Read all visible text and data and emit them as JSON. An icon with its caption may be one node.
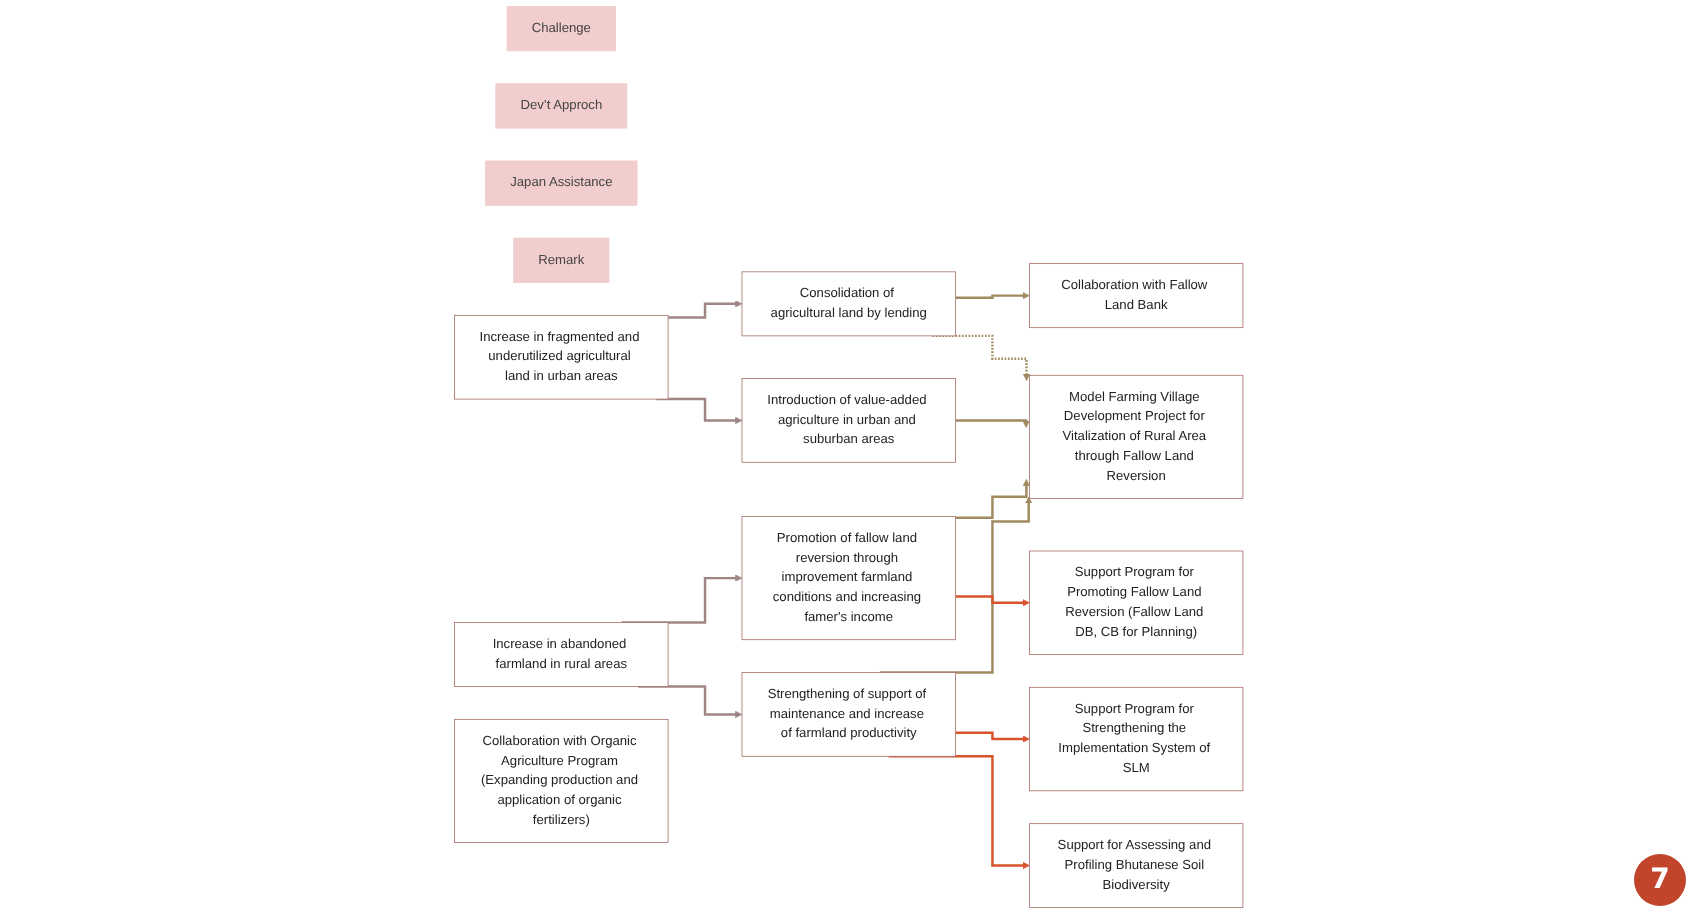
{
  "diagram": {
    "nodes": [
      {
        "text": [
          "Challenge"
        ]
      },
      {
        "text": [
          "Dev’t Approch"
        ]
      },
      {
        "text": [
          "Japan Assistance"
        ]
      },
      {
        "text": [
          "Remark"
        ]
      },
      {
        "text": [
          "Increase in fragmented and underutilized agricultural land in urban areas"
        ]
      },
      {
        "text": [
          "Consolidation of agricultural land by lending"
        ]
      },
      {
        "text": [
          "Introduction of value-added agriculture in urban and suburban areas"
        ]
      },
      {
        "text": [
          "Promotion of fallow land reversion through improvement farmland conditions and increasing famer's income"
        ]
      },
      {
        "text": [
          "Increase in abandoned farmland in rural areas"
        ]
      },
      {
        "text": [
          "Strengthening of support of maintenance and increase of farmland productivity"
        ]
      },
      {
        "text": [
          "Model Farming Village Development Project for Vitalization of Rural Area through Fallow Land Reversion"
        ]
      },
      {
        "text": [
          "Support Program for Promoting Fallow Land Reversion (Fallow Land DB, CB for Planning)"
        ]
      },
      {
        "text": [
          "Support Program for Strengthening the Implementation System of SLM"
        ]
      },
      {
        "text": [
          "Support for Assessing and Profiling Bhutanese Soil Biodiversity"
        ]
      },
      {
        "text": [
          "Collaboration with Fallow Land Bank"
        ]
      },
      {
        "text": [
          "Collaboration with Organic Agriculture Program (Expanding production and application of organic fertilizers)"
        ]
      }
    ],
    "edges": [
      {
        "from": 4,
        "to": 5,
        "arrow": "to",
        "color": "#a08585"
      },
      {
        "from": 4,
        "to": 6,
        "arrow": "to",
        "color": "#a08585"
      },
      {
        "from": 8,
        "to": 7,
        "arrow": "to",
        "color": "#a08585"
      },
      {
        "from": 8,
        "to": 9,
        "arrow": "to",
        "color": "#a08585"
      },
      {
        "from": 5,
        "to": 14,
        "arrow": "to"
      },
      {
        "from": 5,
        "to": 10,
        "arrow": "to",
        "style": "dashed"
      },
      {
        "from": 6,
        "to": 10,
        "arrow": "to"
      },
      {
        "from": 7,
        "to": 10,
        "arrow": "to"
      },
      {
        "from": 9,
        "to": 10,
        "arrow": "to"
      },
      {
        "from": 7,
        "to": 11,
        "arrow": "to",
        "color": "#d9532b"
      },
      {
        "from": 9,
        "to": 12,
        "arrow": "to",
        "color": "#d9532b"
      },
      {
        "from": 9,
        "to": 13,
        "arrow": "to",
        "color": "#d9532b"
      }
    ],
    "labels": [
      "7"
    ]
  }
}
